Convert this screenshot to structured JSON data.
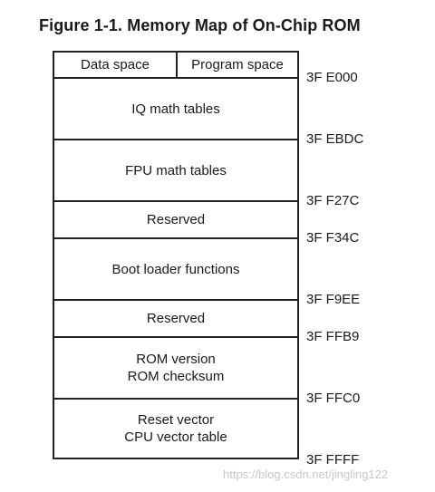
{
  "title": "Figure 1-1.  Memory Map of On-Chip ROM",
  "header": {
    "left": "Data space",
    "right": "Program space"
  },
  "regions": [
    {
      "line1": "IQ math tables",
      "line2": ""
    },
    {
      "line1": "FPU math tables",
      "line2": ""
    },
    {
      "line1": "Reserved",
      "line2": ""
    },
    {
      "line1": "Boot loader functions",
      "line2": ""
    },
    {
      "line1": "Reserved",
      "line2": ""
    },
    {
      "line1": "ROM version",
      "line2": "ROM checksum"
    },
    {
      "line1": "Reset vector",
      "line2": "CPU vector table"
    }
  ],
  "addresses": [
    "3F E000",
    "3F EBDC",
    "3F F27C",
    "3F F34C",
    "3F F9EE",
    "3F FFB9",
    "3F FFC0",
    "3F FFFF"
  ],
  "watermark": "https://blog.csdn.net/jingling122"
}
